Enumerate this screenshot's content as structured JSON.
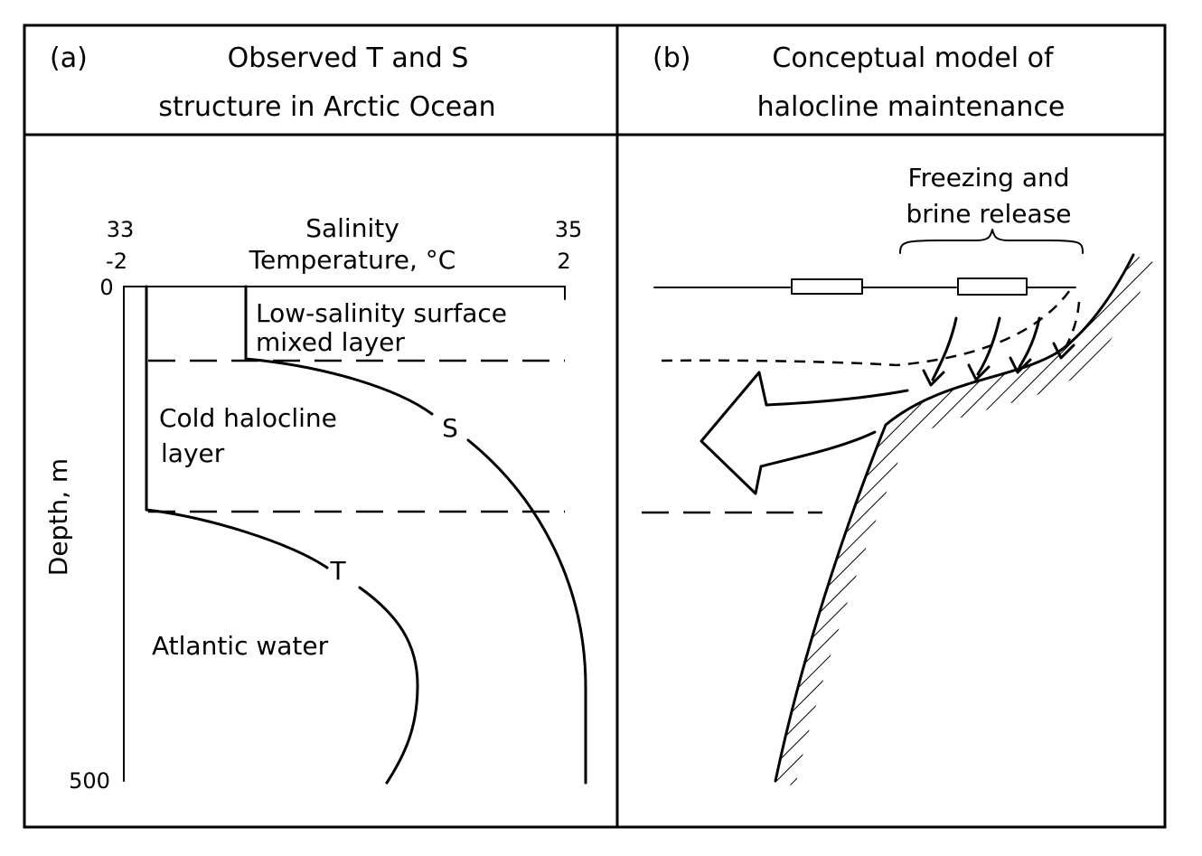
{
  "panel_a": {
    "tag": "(a)",
    "title_line1": "Observed  T  and  S",
    "title_line2": "structure  in  Arctic  Ocean",
    "axis": {
      "sal_min": "33",
      "sal_max": "35",
      "sal_title": "Salinity",
      "temp_min": "-2",
      "temp_max": "2",
      "temp_title": "Temperature,  °C",
      "depth_top": "0",
      "depth_bottom": "500",
      "depth_title": "Depth,  m"
    },
    "layers": {
      "surface_line1": "Low-salinity surface",
      "surface_line2": "mixed layer",
      "halocline_line1": "Cold halocline",
      "halocline_line2": "layer",
      "atlantic": "Atlantic water"
    },
    "curve_labels": {
      "salinity": "S",
      "temperature": "T"
    }
  },
  "panel_b": {
    "tag": "(b)",
    "title_line1": "Conceptual model of",
    "title_line2": "halocline  maintenance",
    "note_line1": "Freezing  and",
    "note_line2": "brine  release"
  }
}
